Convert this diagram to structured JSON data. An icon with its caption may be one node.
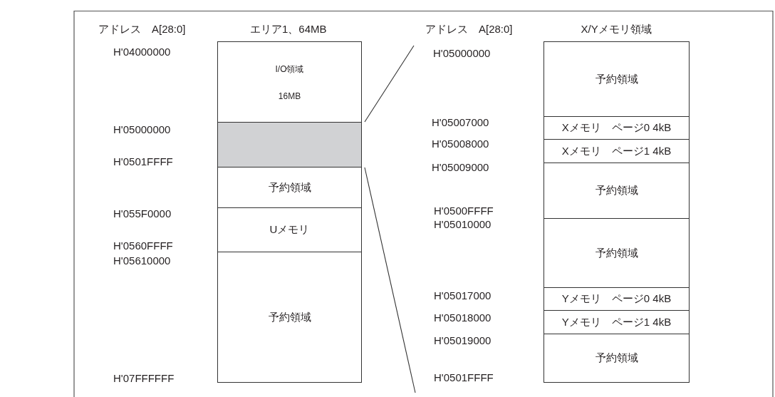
{
  "diagram": {
    "nodes": [
      {
        "text": [
          "I/O領域",
          "16MB"
        ]
      },
      {
        "text": [],
        "shape": "box"
      },
      {
        "text": [
          "予約領域"
        ]
      },
      {
        "text": [
          "Uメモリ"
        ]
      },
      {
        "text": [
          "予約領域"
        ]
      },
      {
        "text": [
          "予約領域"
        ]
      },
      {
        "text": [
          "Xメモリ　ページ0 4kB"
        ]
      },
      {
        "text": [
          "Xメモリ　ページ1 4kB"
        ]
      },
      {
        "text": [
          "予約領域"
        ]
      },
      {
        "text": [
          "予約領域"
        ]
      },
      {
        "text": [
          "Yメモリ　ページ0 4kB"
        ]
      },
      {
        "text": [
          "Yメモリ　ページ1 4kB"
        ]
      },
      {
        "text": [
          "予約領域"
        ]
      }
    ],
    "edges": [
      {
        "from": 1,
        "to": null,
        "arrow": "none"
      },
      {
        "from": 1,
        "to": null,
        "arrow": "none"
      }
    ],
    "labels": [
      "アドレス　A[28:0]",
      "エリア1、64MB",
      "アドレス　A[28:0]",
      "X/Yメモリ領域",
      "H'04000000",
      "H'05000000",
      "H'0501FFFF",
      "H'055F0000",
      "H'0560FFFF",
      "H'05610000",
      "H'07FFFFFF",
      "H'05000000",
      "H'05007000",
      "H'05008000",
      "H'05009000",
      "H'0500FFFF",
      "H'05010000",
      "H'05017000",
      "H'05018000",
      "H'05019000",
      "H'0501FFFF"
    ]
  }
}
